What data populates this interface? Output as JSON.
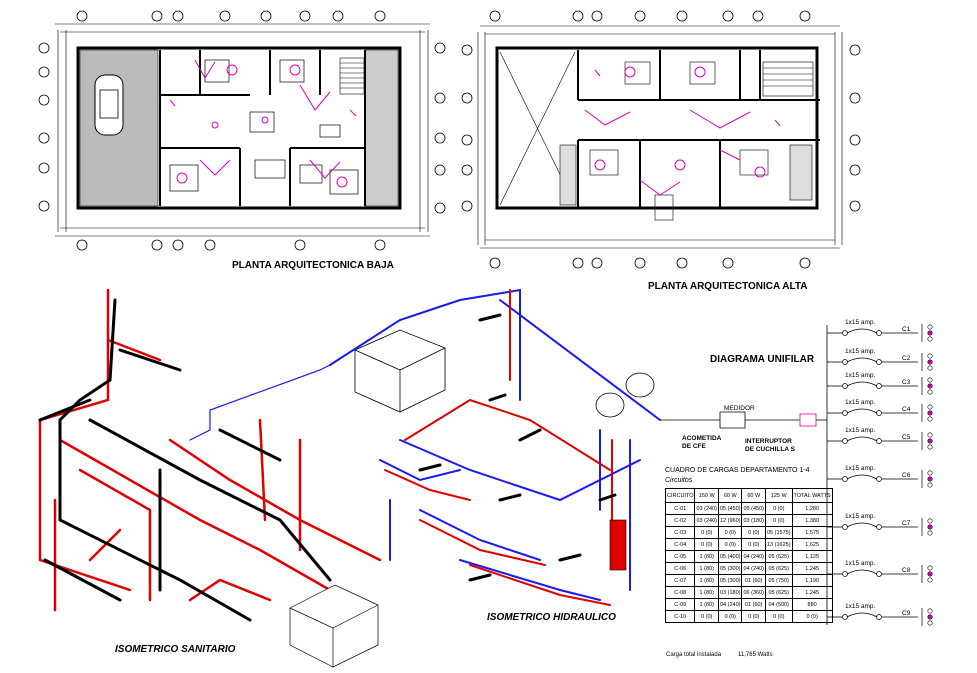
{
  "titles": {
    "planta_baja": "PLANTA ARQUITECTONICA BAJA",
    "planta_alta": "PLANTA ARQUITECTONICA ALTA",
    "isometrico_sanitario": "ISOMETRICO SANITARIO",
    "isometrico_hidraulico": "ISOMETRICO HIDRAULICO",
    "diagrama_unifilar": "DIAGRAMA UNIFILAR"
  },
  "unifilar": {
    "breaker_label": "1x15 amp.",
    "circuits": [
      "C1",
      "C2",
      "C3",
      "C4",
      "C5",
      "C6",
      "C7",
      "C8",
      "C9"
    ],
    "medidor": "MEDIDOR",
    "acometida": "ACOMETIDA\nDE CFE",
    "interruptor": "INTERRUPTOR\nDE CUCHILLA S"
  },
  "cuadro": {
    "title": "CUADRO DE CARGAS DEPARTAMENTO 1-4",
    "subtitle": "Circuitos",
    "headers": [
      "CIRCUITO",
      "150 W",
      "60 W",
      "60 W",
      "125 W",
      "TOTAL WATTS"
    ],
    "rows": [
      [
        "C-01",
        "03 (240)",
        "05 (450)",
        "05 (450)",
        "0 (0)",
        "1,280"
      ],
      [
        "C-02",
        "03 (240)",
        "12 (960)",
        "03 (180)",
        "0 (0)",
        "1,380"
      ],
      [
        "C-03",
        "0 (0)",
        "0 (0)",
        "0 (0)",
        "05 (1575)",
        "1,575"
      ],
      [
        "C-04",
        "0 (0)",
        "0 (0)",
        "0 (0)",
        "13 (1625)",
        "1,625"
      ],
      [
        "C-05",
        "1 (80)",
        "05 (400)",
        "04 (240)",
        "05 (625)",
        "1,125"
      ],
      [
        "C-06",
        "1 (80)",
        "05 (300)",
        "04 (240)",
        "05 (625)",
        "1,245"
      ],
      [
        "C-07",
        "1 (80)",
        "05 (300)",
        "01 (60)",
        "05 (750)",
        "1,190"
      ],
      [
        "C-08",
        "1 (80)",
        "03 (180)",
        "06 (360)",
        "05 (625)",
        "1,245"
      ],
      [
        "C-09",
        "1 (80)",
        "04 (240)",
        "01 (60)",
        "04 (500)",
        "880"
      ],
      [
        "C-10",
        "0 (0)",
        "0 (0)",
        "0 (0)",
        "0 (0)",
        "0 (0)"
      ]
    ],
    "carga_label": "Carga total instalada",
    "carga_value": "11,765 Watts"
  },
  "colors": {
    "wall": "#000000",
    "red_pipe": "#e00000",
    "blue_pipe": "#1a1aee",
    "magenta": "#e000c0",
    "dim": "#1a1a1a"
  }
}
